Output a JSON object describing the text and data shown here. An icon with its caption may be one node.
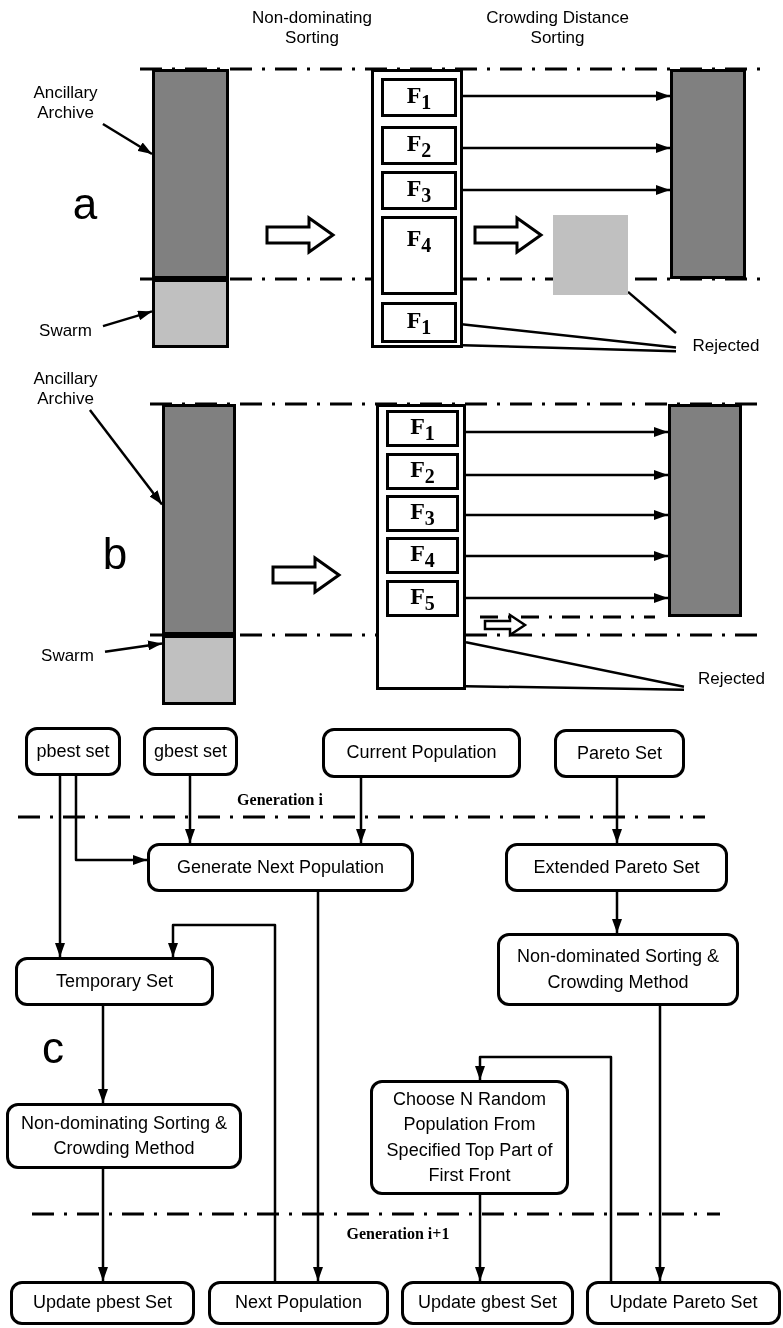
{
  "diagram": {
    "nodes": [
      {
        "text": [
          "Ancillary Archive"
        ]
      },
      {
        "text": [],
        "shape": "bar"
      },
      {
        "text": [],
        "shape": "bar"
      },
      {
        "text": [
          "Swarm"
        ]
      },
      {
        "text": [],
        "shape": "box"
      },
      {
        "text": [
          "F$_{1}$"
        ],
        "in": 4
      },
      {
        "text": [
          "F$_{2}$"
        ],
        "in": 4
      },
      {
        "text": [
          "F$_{3}$"
        ],
        "in": 4
      },
      {
        "text": [
          "F$_{4}$"
        ],
        "in": 4
      },
      {
        "text": [
          "F$_{1}$"
        ],
        "in": 4
      },
      {
        "text": [],
        "shape": "box"
      },
      {
        "text": [],
        "shape": "bar"
      },
      {
        "text": [
          "Rejected"
        ]
      },
      {
        "text": [
          "Ancillary Archive"
        ]
      },
      {
        "text": [],
        "shape": "bar"
      },
      {
        "text": [],
        "shape": "bar"
      },
      {
        "text": [
          "Swarm"
        ]
      },
      {
        "text": [],
        "shape": "box"
      },
      {
        "text": [
          "F$_{1}$"
        ],
        "in": 17
      },
      {
        "text": [
          "F$_{2}$"
        ],
        "in": 17
      },
      {
        "text": [
          "F$_{3}$"
        ],
        "in": 17
      },
      {
        "text": [
          "F$_{4}$"
        ],
        "in": 17
      },
      {
        "text": [
          "F$_{5}$"
        ],
        "in": 17
      },
      {
        "text": [],
        "shape": "bar"
      },
      {
        "text": [
          "Rejected"
        ]
      },
      {
        "text": [
          "pbest set"
        ]
      },
      {
        "text": [
          "gbest set"
        ]
      },
      {
        "text": [
          "Current Population"
        ]
      },
      {
        "text": [
          "Pareto Set"
        ]
      },
      {
        "text": [
          "Generate Next Population"
        ]
      },
      {
        "text": [
          "Extended Pareto Set"
        ]
      },
      {
        "text": [
          "Temporary Set"
        ]
      },
      {
        "text": [
          "Non-dominated Sorting & Crowding Method"
        ]
      },
      {
        "text": [
          "Choose N Random Population From Specified Top Part of First Front"
        ]
      },
      {
        "text": [
          "Non-dominating Sorting & Crowding Method"
        ]
      },
      {
        "text": [
          "Update pbest Set"
        ]
      },
      {
        "text": [
          "Next Population"
        ]
      },
      {
        "text": [
          "Update gbest Set"
        ]
      },
      {
        "text": [
          "Update Pareto Set"
        ]
      }
    ],
    "edges": [
      {
        "from": 0,
        "to": 1,
        "arrow": "to"
      },
      {
        "from": 3,
        "to": 2,
        "arrow": "to"
      },
      {
        "from": 1,
        "to": 4,
        "arrow": "to",
        "style": "thick"
      },
      {
        "from": 5,
        "to": 11,
        "arrow": "to"
      },
      {
        "from": 6,
        "to": 11,
        "arrow": "to"
      },
      {
        "from": 7,
        "to": 11,
        "arrow": "to"
      },
      {
        "from": 4,
        "to": 10,
        "arrow": "to",
        "style": "thick"
      },
      {
        "from": 12,
        "to": 9,
        "arrow": "none"
      },
      {
        "from": 12,
        "to": 4,
        "arrow": "none"
      },
      {
        "from": 12,
        "to": 10,
        "arrow": "none"
      },
      {
        "from": 13,
        "to": 14,
        "arrow": "to"
      },
      {
        "from": 16,
        "to": 15,
        "arrow": "to"
      },
      {
        "from": 18,
        "to": 23,
        "arrow": "to"
      },
      {
        "from": 19,
        "to": 23,
        "arrow": "to"
      },
      {
        "from": 20,
        "to": 23,
        "arrow": "to"
      },
      {
        "from": 21,
        "to": 23,
        "arrow": "to"
      },
      {
        "from": 22,
        "to": 23,
        "arrow": "to"
      },
      {
        "from": 14,
        "to": 17,
        "arrow": "to",
        "style": "thick"
      },
      {
        "from": 24,
        "to": 17,
        "arrow": "none"
      },
      {
        "from": 24,
        "to": 17,
        "arrow": "none"
      },
      {
        "from": 25,
        "to": 31,
        "arrow": "to"
      },
      {
        "from": 25,
        "to": 29,
        "arrow": "to"
      },
      {
        "from": 26,
        "to": 29,
        "arrow": "to"
      },
      {
        "from": 27,
        "to": 29,
        "arrow": "to"
      },
      {
        "from": 28,
        "to": 30,
        "arrow": "to"
      },
      {
        "from": 30,
        "to": 32,
        "arrow": "to"
      },
      {
        "from": 29,
        "to": 36,
        "arrow": "to"
      },
      {
        "from": 36,
        "to": 31,
        "arrow": "to"
      },
      {
        "from": 31,
        "to": 34,
        "arrow": "to"
      },
      {
        "from": 34,
        "to": 35,
        "arrow": "to"
      },
      {
        "from": 32,
        "to": 38,
        "arrow": "to"
      },
      {
        "from": 38,
        "to": 33,
        "arrow": "to"
      },
      {
        "from": 33,
        "to": 37,
        "arrow": "to"
      }
    ],
    "labels": [
      "Non-dominating Sorting",
      "Crowding Distance Sorting",
      "a",
      "b",
      "Generation i",
      "c",
      "Generation i+1"
    ]
  }
}
